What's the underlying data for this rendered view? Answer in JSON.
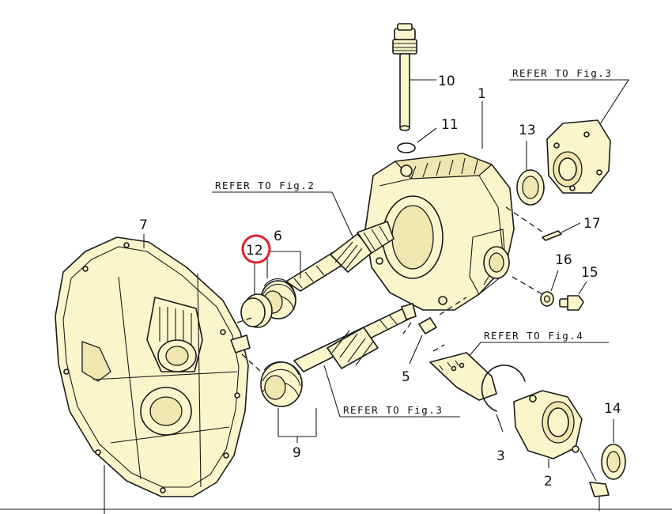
{
  "diagram": {
    "refs": {
      "fig2": "REFER TO Fig.2",
      "fig3_top": "REFER TO Fig.3",
      "fig3_bottom": "REFER TO Fig.3",
      "fig4": "REFER TO Fig.4"
    },
    "callouts": {
      "p1": "1",
      "p2": "2",
      "p3": "3",
      "p5": "5",
      "p6": "6",
      "p7": "7",
      "p9": "9",
      "p10": "10",
      "p11": "11",
      "p12": "12",
      "p13": "13",
      "p14": "14",
      "p15": "15",
      "p16": "16",
      "p17": "17"
    },
    "highlighted_part": "12",
    "colors": {
      "part_fill": "#fbf5cc",
      "line": "#1a1a1a",
      "highlight": "#e0202a"
    }
  }
}
